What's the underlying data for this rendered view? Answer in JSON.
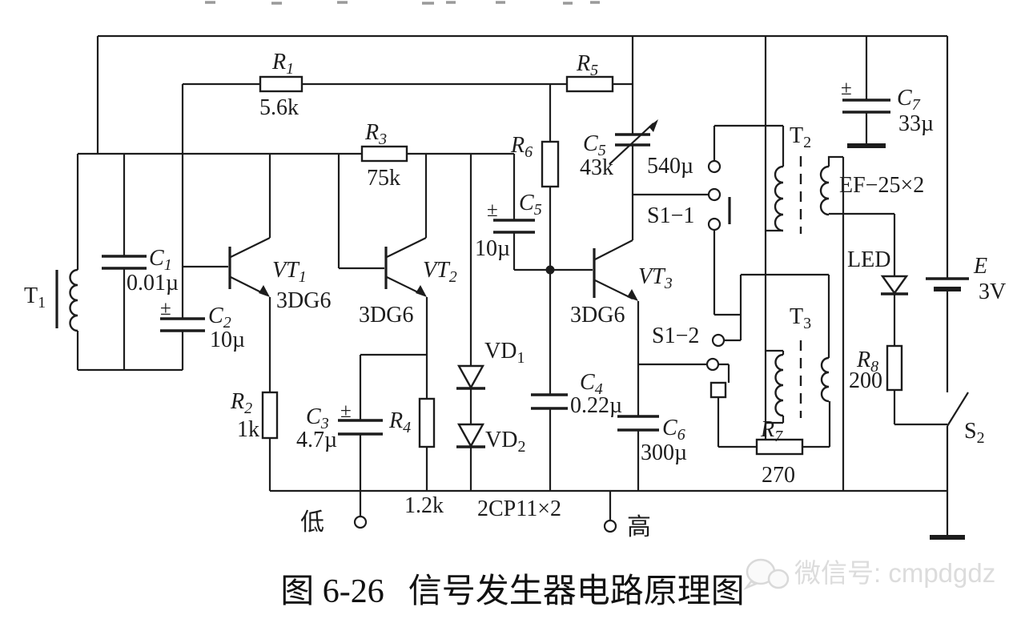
{
  "figure_caption": {
    "number": "图 6-26",
    "title": "信号发生器电路原理图"
  },
  "watermark": {
    "text": "微信号: cmpdgdz"
  },
  "terminals": {
    "low": "低",
    "high": "高"
  },
  "symbols": {
    "polarity": "±"
  },
  "components": {
    "r1": {
      "sym": "R",
      "sub": "1",
      "value": "5.6k"
    },
    "r2": {
      "sym": "R",
      "sub": "2",
      "value": "1k"
    },
    "r3": {
      "sym": "R",
      "sub": "3",
      "value": "75k"
    },
    "r4": {
      "sym": "R",
      "sub": "4",
      "value": "1.2k"
    },
    "r5": {
      "sym": "R",
      "sub": "5"
    },
    "r6": {
      "sym": "R",
      "sub": "6"
    },
    "r7": {
      "sym": "R",
      "sub": "7",
      "value": "270"
    },
    "r8": {
      "sym": "R",
      "sub": "8",
      "value": "200"
    },
    "c1": {
      "sym": "C",
      "sub": "1",
      "value": "0.01µ"
    },
    "c2": {
      "sym": "C",
      "sub": "2",
      "value": "10µ"
    },
    "c3": {
      "sym": "C",
      "sub": "3",
      "value": "4.7µ"
    },
    "c4": {
      "sym": "C",
      "sub": "4",
      "value": "0.22µ"
    },
    "c5_electrolytic": {
      "sym": "C",
      "sub": "5",
      "value": "10µ"
    },
    "c5_variable": {
      "sym": "C",
      "sub": "5",
      "value": "43k",
      "value2": "540µ"
    },
    "c6": {
      "sym": "C",
      "sub": "6",
      "value": "300µ"
    },
    "c7": {
      "sym": "C",
      "sub": "7",
      "value": "33µ"
    },
    "vt1": {
      "sym": "VT",
      "sub": "1",
      "type": "3DG6"
    },
    "vt2": {
      "sym": "VT",
      "sub": "2",
      "type": "3DG6"
    },
    "vt3": {
      "sym": "VT",
      "sub": "3",
      "type": "3DG6"
    },
    "vd1": {
      "sym": "VD",
      "sub": "1"
    },
    "vd2": {
      "sym": "VD",
      "sub": "2"
    },
    "diode_type": "2CP11×2",
    "t1": {
      "sym": "T",
      "sub": "1"
    },
    "t2": {
      "sym": "T",
      "sub": "2"
    },
    "t3": {
      "sym": "T",
      "sub": "3"
    },
    "transformer_type": "EF−25×2",
    "s1_1": "S1−1",
    "s1_2": "S1−2",
    "s2": {
      "sym": "S",
      "sub": "2"
    },
    "battery": {
      "sym": "E",
      "value": "3V"
    },
    "led": "LED"
  }
}
